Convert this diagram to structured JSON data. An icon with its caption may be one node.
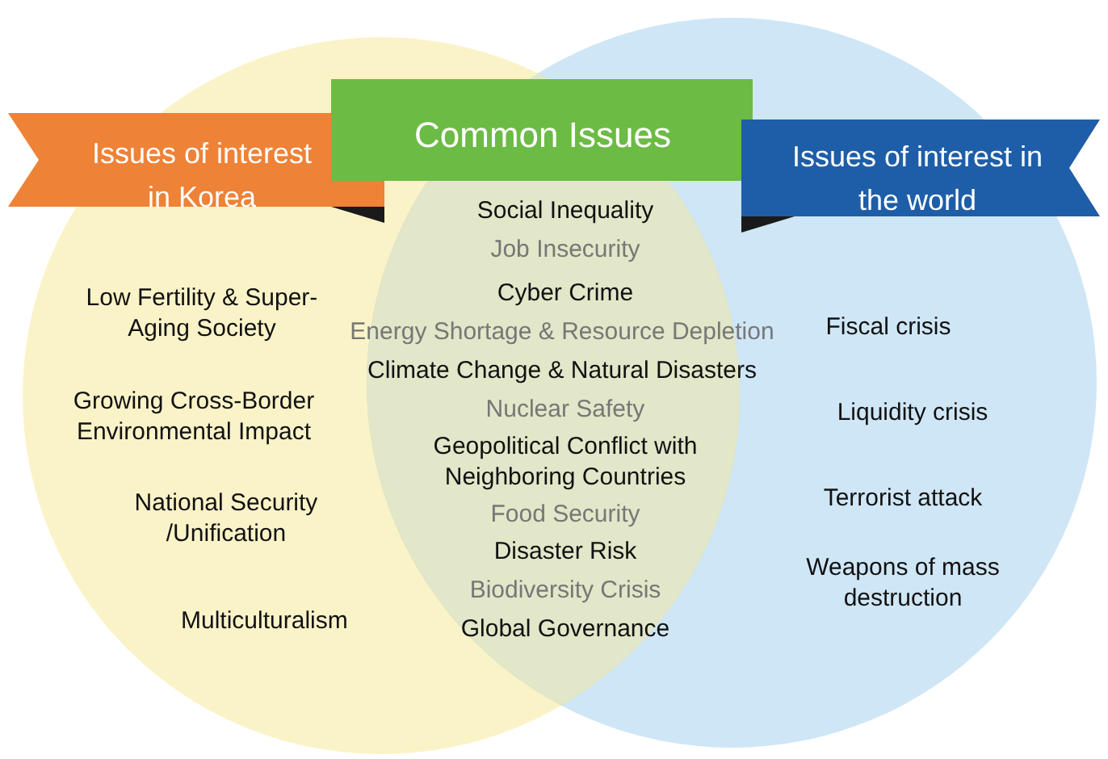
{
  "diagram": {
    "nodes": [
      {
        "text": [
          "Issues of interest in Korea",
          "Low Fertility & Super-Aging Society",
          "Growing Cross-Border Environmental Impact",
          "National Security /Unification",
          "Multiculturalism"
        ]
      },
      {
        "text": [
          "Common Issues",
          "Social Inequality",
          "Job Insecurity",
          "Cyber Crime",
          "Energy Shortage & Resource Depletion",
          "Climate Change & Natural Disasters",
          "Nuclear Safety",
          "Geopolitical Conflict with Neighboring Countries",
          "Food Security",
          "Disaster Risk",
          "Biodiversity Crisis",
          "Global Governance"
        ]
      },
      {
        "text": [
          "Issues of interest in the world",
          "Fiscal crisis",
          "Liquidity crisis",
          "Terrorist attack",
          "Weapons of mass destruction"
        ]
      }
    ],
    "edges": []
  }
}
